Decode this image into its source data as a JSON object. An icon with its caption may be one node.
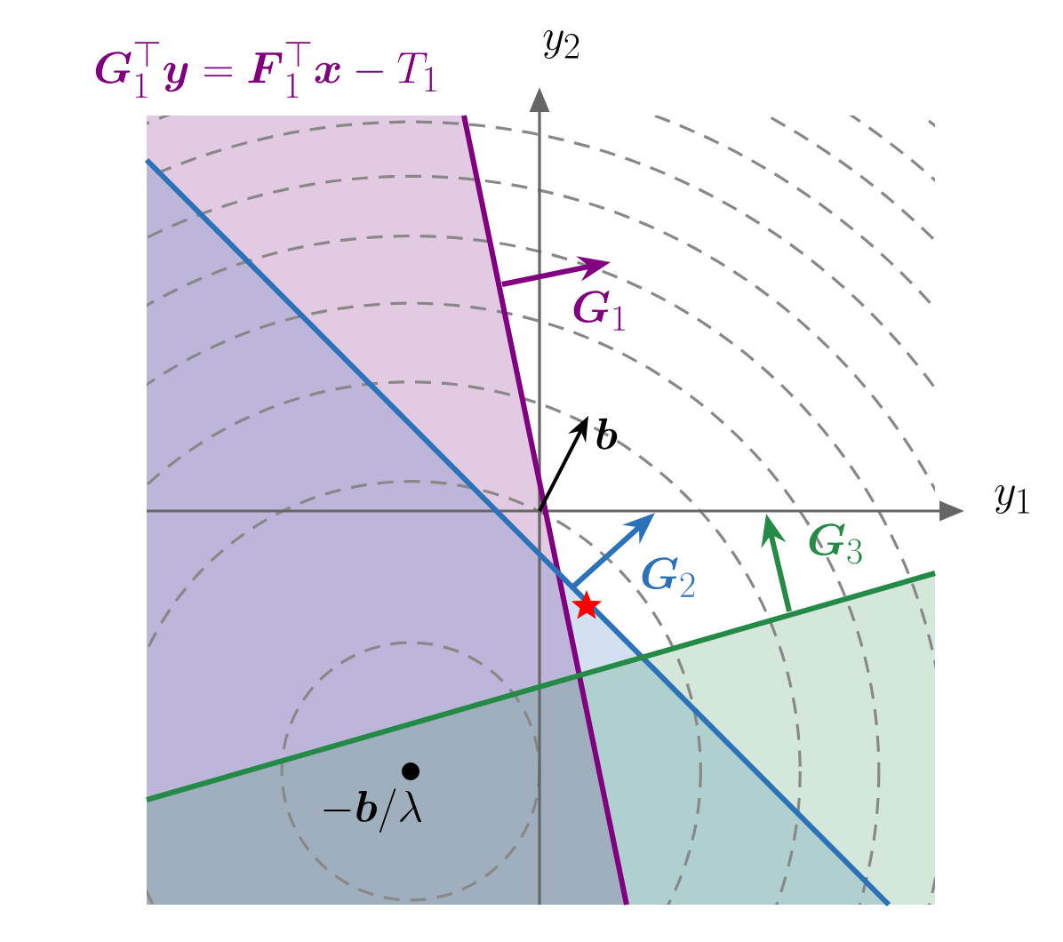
{
  "diagram": {
    "labels": [
      "\\boldsymbol{G}_1^\\top \\boldsymbol{y} = \\boldsymbol{F}_1^\\top \\boldsymbol{x} - T_1",
      "y_2",
      "y_1",
      "\\boldsymbol{G}_1",
      "\\boldsymbol{b}",
      "\\boldsymbol{G}_2",
      "\\boldsymbol{G}_3",
      "-\\boldsymbol{b}/\\lambda"
    ]
  }
}
